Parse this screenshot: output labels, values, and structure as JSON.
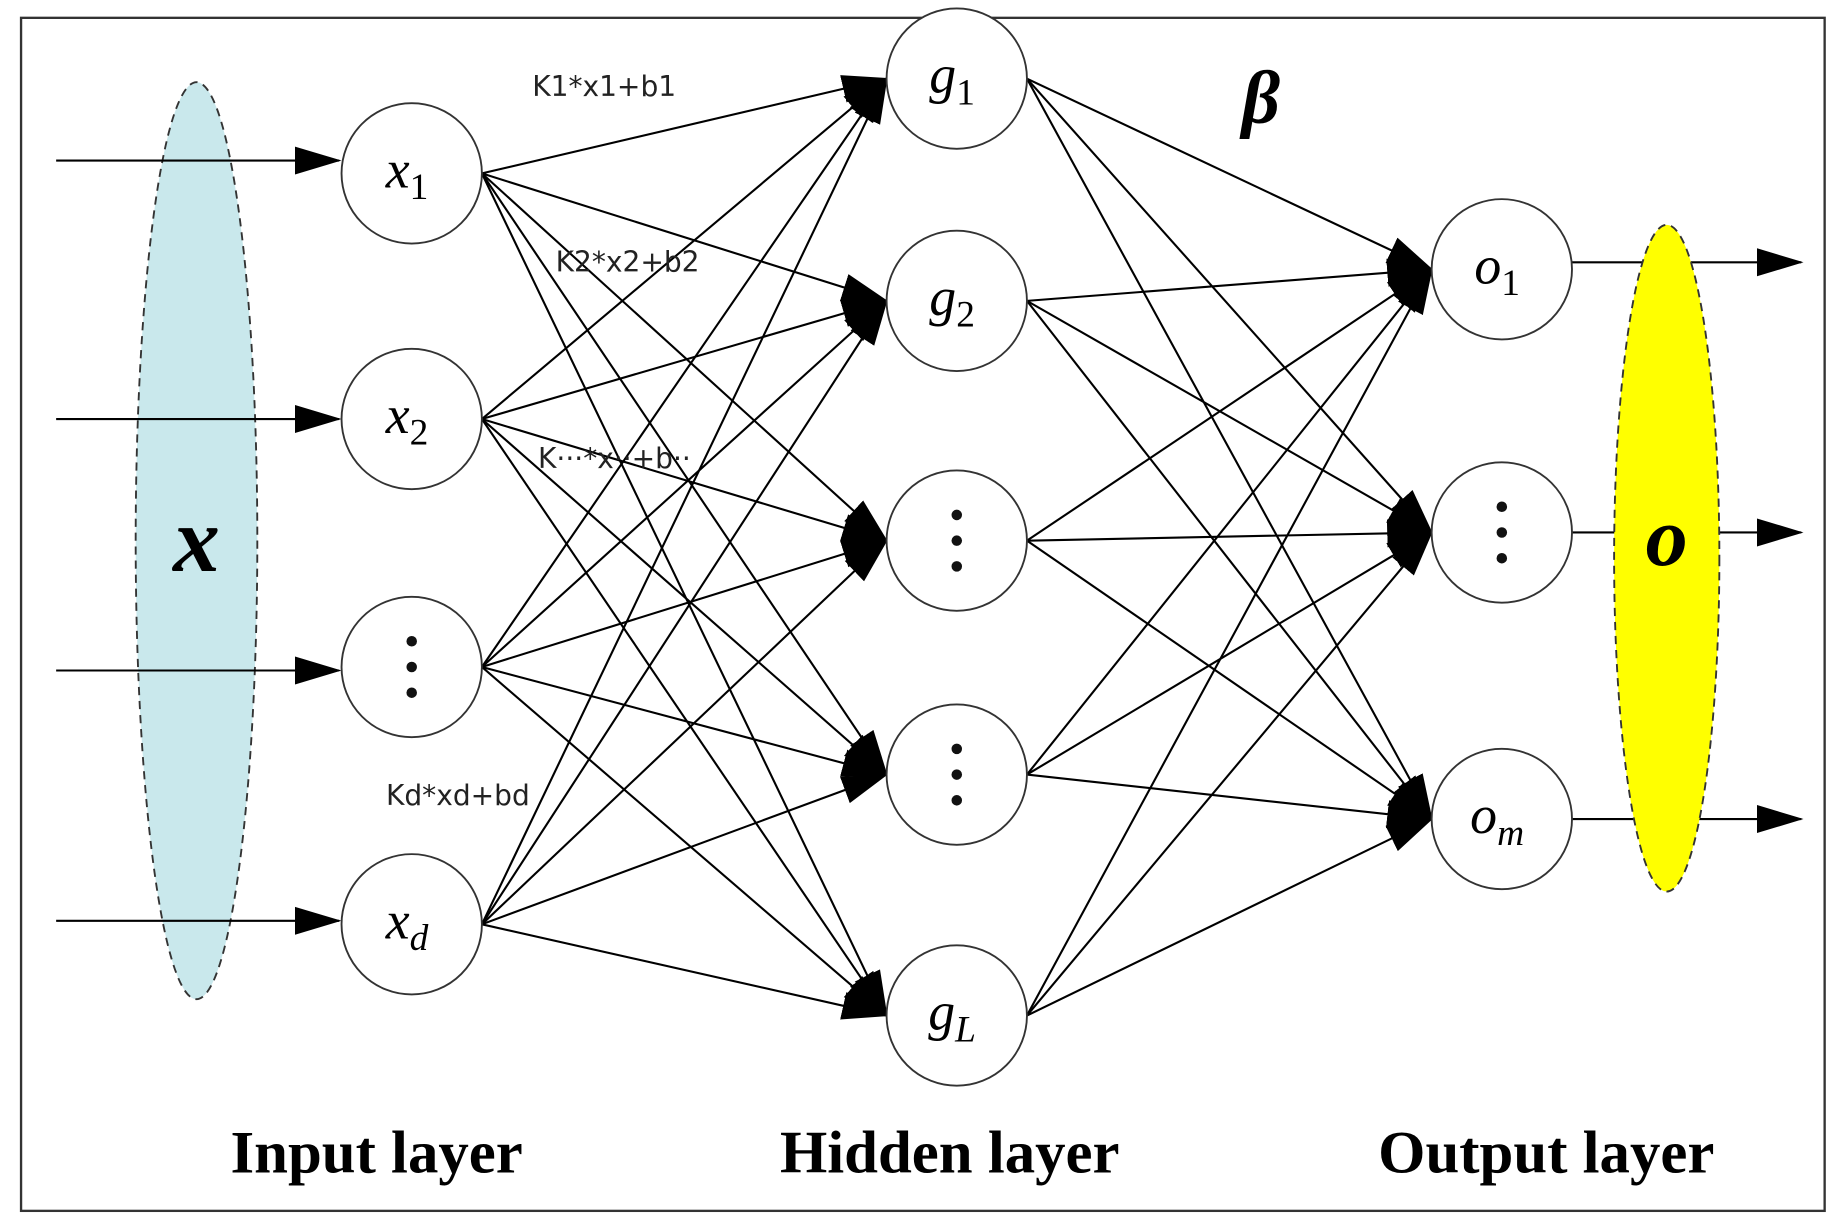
{
  "colors": {
    "input_ellipse": "#c9e8ec",
    "output_ellipse": "#ffff00",
    "lines": "#000000"
  },
  "input_vector": "x",
  "output_vector": "o",
  "beta": "β",
  "input_nodes": [
    {
      "base": "x",
      "sub": "1"
    },
    {
      "base": "x",
      "sub": "2"
    },
    {
      "base": "⋮",
      "sub": ""
    },
    {
      "base": "x",
      "sub": "d"
    }
  ],
  "hidden_nodes": [
    {
      "base": "g",
      "sub": "1"
    },
    {
      "base": "g",
      "sub": "2"
    },
    {
      "base": "⋮",
      "sub": ""
    },
    {
      "base": "⋮",
      "sub": ""
    },
    {
      "base": "g",
      "sub": "L"
    }
  ],
  "output_nodes": [
    {
      "base": "o",
      "sub": "1"
    },
    {
      "base": "⋮",
      "sub": ""
    },
    {
      "base": "o",
      "sub": "m"
    }
  ],
  "annotations": [
    "K1*x1+b1",
    "K2*x2+b2",
    "K···*x··+b··",
    "Kd*xd+bd"
  ],
  "layers": {
    "input": "Input layer",
    "hidden": "Hidden layer",
    "output": "Output layer"
  }
}
